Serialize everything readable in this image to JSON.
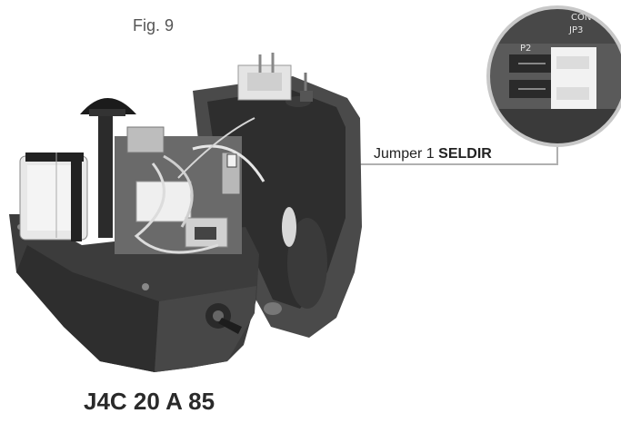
{
  "figure": {
    "label": "Fig. 9",
    "callout_prefix": "Jumper 1",
    "callout_name": "SELDIR",
    "model": "J4C 20 A 85",
    "inset_texts": [
      "CON",
      "JP3",
      "P2"
    ]
  }
}
